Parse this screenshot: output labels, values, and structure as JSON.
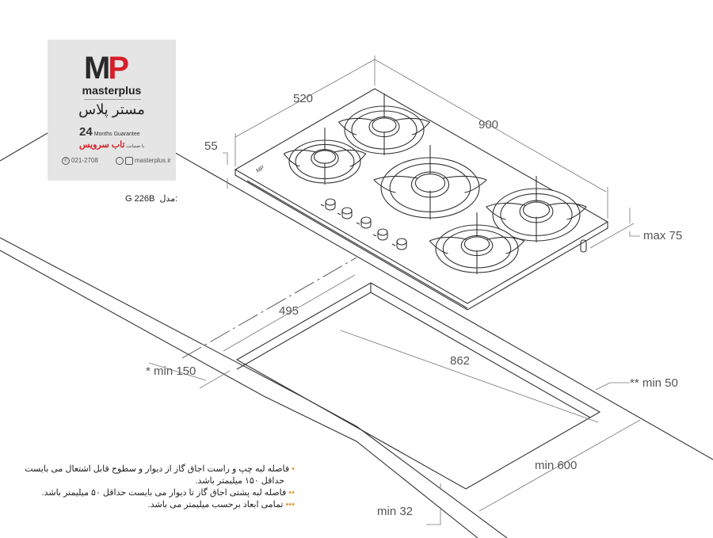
{
  "logo": {
    "brand_en": "masterplus",
    "brand_fa": "مستر پلاس",
    "guarantee_number": "24",
    "guarantee_text": "Months Guarantee",
    "service_prefix": "با ضمانت",
    "service_name": "تاب سرویس",
    "phone": "021-2708",
    "social": "masterplus.ir",
    "monogram": "MP"
  },
  "model": {
    "label": "مدل:",
    "value": "G 226B"
  },
  "dimensions": {
    "depth": "520",
    "width": "900",
    "height": "55",
    "max_below": "max 75",
    "cutout_depth": "495",
    "cutout_width": "862",
    "side_clearance": "* min 150",
    "back_clearance": "** min 50",
    "counter_depth": "min 600",
    "counter_thickness": "min 32"
  },
  "notes": [
    {
      "bullet": "•",
      "text": "فاصله لبه چپ و راست اجاق گاز از دیوار و سطوح قابل اشتعال می بایست"
    },
    {
      "bullet": "",
      "text": "حداقل ۱۵۰ میلیمتر باشد."
    },
    {
      "bullet": "••",
      "text": "فاصله لبه پشتی اجاق گاز تا دیوار می بایست حداقل ۵۰ میلیمتر باشد."
    },
    {
      "bullet": "•••",
      "text": "تمامی ابعاد برحسب میلیمتر می باشد."
    }
  ],
  "colors": {
    "brand_red": "#d5202a",
    "brand_dark": "#2a2a2a",
    "bullet": "#e39a3a"
  }
}
